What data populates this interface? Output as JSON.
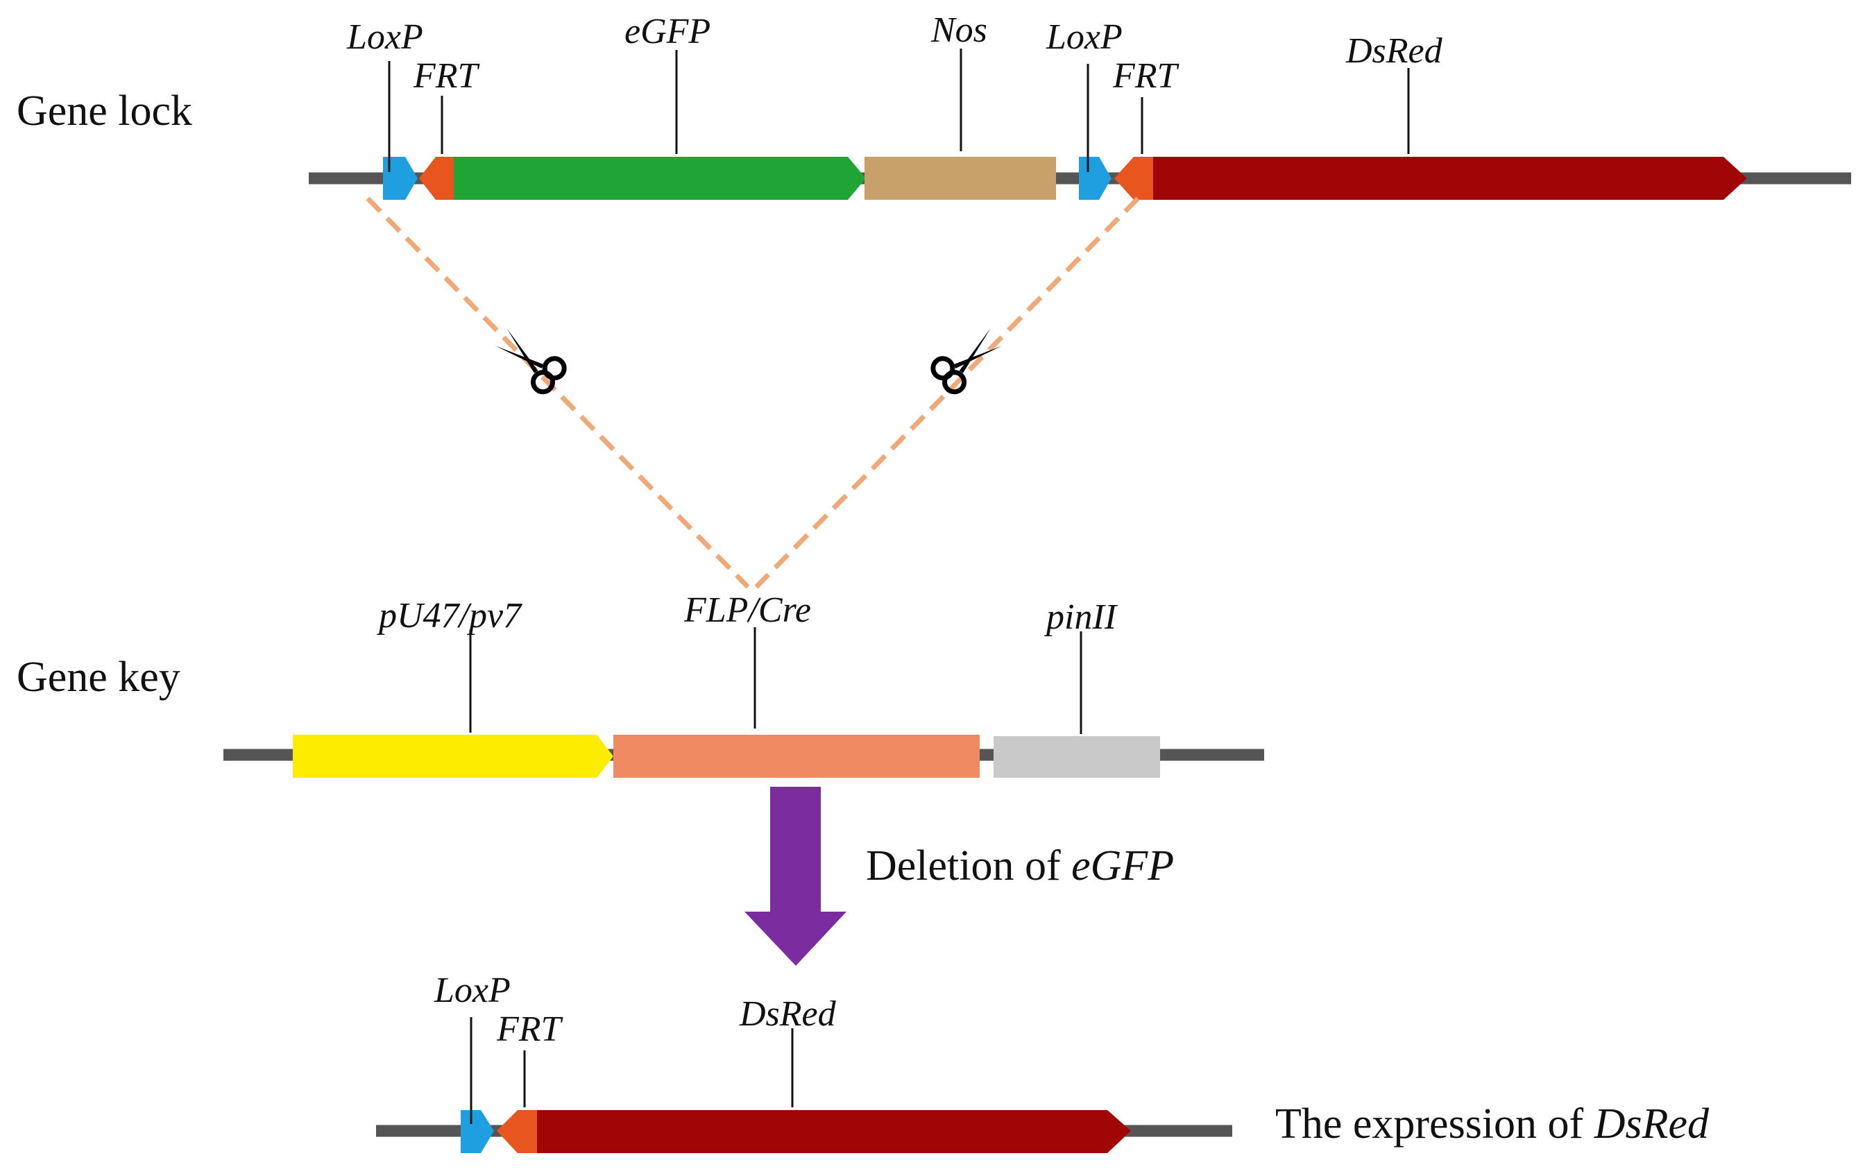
{
  "sections": {
    "lock": "Gene lock",
    "key": "Gene key",
    "deletion_prefix": "Deletion of ",
    "deletion_gene": "eGFP",
    "expression_prefix": "The expression of ",
    "expression_gene": "DsRed"
  },
  "lock_labels": {
    "loxp1": "LoxP",
    "frt1": "FRT",
    "egfp": "eGFP",
    "nos": "Nos",
    "loxp2": "LoxP",
    "frt2": "FRT",
    "dsred": "DsRed"
  },
  "key_labels": {
    "promoter": "pU47/pv7",
    "recombinase": "FLP/Cre",
    "terminator": "pinII"
  },
  "result_labels": {
    "loxp": "LoxP",
    "frt": "FRT",
    "dsred": "DsRed"
  },
  "colors": {
    "backbone": "#555555",
    "loxp": "#1f9fe0",
    "frt": "#e8551e",
    "egfp": "#1fa535",
    "nos": "#c8a06a",
    "dsred": "#a00606",
    "promoter": "#fcec00",
    "recombinase": "#ef8a63",
    "terminator": "#c9c9c9",
    "arrow": "#7b2c9e",
    "cut_line": "#f0a877"
  },
  "icons": [
    "scissors-icon",
    "scissors-icon",
    "down-arrow-icon"
  ]
}
